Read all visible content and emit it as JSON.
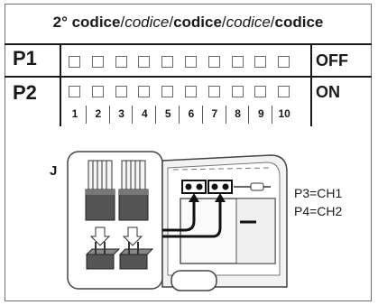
{
  "header": {
    "parts": [
      {
        "text": "2° ",
        "style": "bold"
      },
      {
        "text": "codice",
        "style": "bold"
      },
      {
        "text": "/",
        "style": "normal"
      },
      {
        "text": "codice",
        "style": "italic"
      },
      {
        "text": "/",
        "style": "normal"
      },
      {
        "text": "codice",
        "style": "bold"
      },
      {
        "text": "/",
        "style": "normal"
      },
      {
        "text": "codice",
        "style": "italic"
      },
      {
        "text": "/",
        "style": "normal"
      },
      {
        "text": "codice",
        "style": "bold"
      }
    ]
  },
  "switch_table": {
    "rows": [
      {
        "label": "P1",
        "state": "OFF"
      },
      {
        "label": "P2",
        "state": "ON"
      }
    ],
    "positions": [
      "1",
      "2",
      "3",
      "4",
      "5",
      "6",
      "7",
      "8",
      "9",
      "10"
    ]
  },
  "jumper": {
    "label": "J",
    "channels": [
      "P3=CH1",
      "P4=CH2"
    ]
  }
}
